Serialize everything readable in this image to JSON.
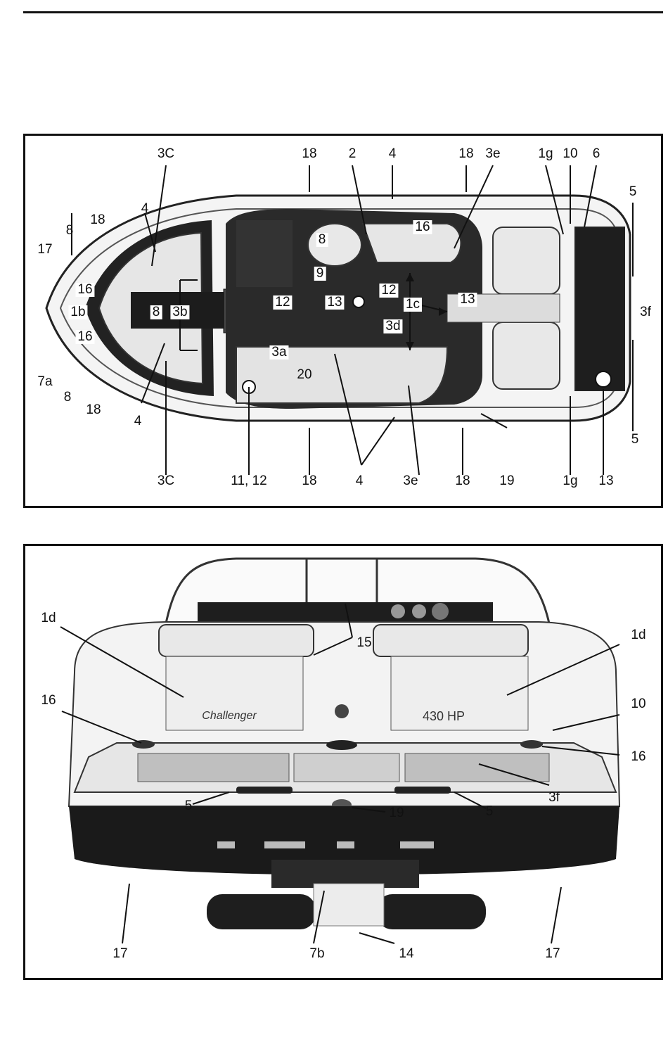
{
  "top_view": {
    "labels": {
      "l3C_top": "3C",
      "l18_t1": "18",
      "l2": "2",
      "l4_top": "4",
      "l18_t2": "18",
      "l3e_top": "3e",
      "l1g_top": "1g",
      "l10": "10",
      "l6": "6",
      "l5_top": "5",
      "l4_bow_top": "4",
      "l8_top": "8",
      "l18_bow_top": "18",
      "l17": "17",
      "l16_a": "16",
      "l1b": "1b",
      "l16_b": "16",
      "l8_mid": "8",
      "l3b": "3b",
      "l7a": "7a",
      "l8_bot": "8",
      "l18_bow_bot": "18",
      "l4_bow_bot": "4",
      "l8_dash": "8",
      "l9": "9",
      "l12_a": "12",
      "l12_b": "12",
      "l16_dash": "16",
      "l13_a": "13",
      "l1c": "1c",
      "l13_b": "13",
      "l3d": "3d",
      "l3a": "3a",
      "l20": "20",
      "l3f": "3f",
      "l5_bot": "5",
      "b3C": "3C",
      "b1112": "11, 12",
      "b18_a": "18",
      "b4": "4",
      "b3e": "3e",
      "b18_b": "18",
      "b19": "19",
      "b1g": "1g",
      "b13": "13"
    }
  },
  "rear_view": {
    "labels": {
      "r1d_left": "1d",
      "r15": "15",
      "r1d_right": "1d",
      "r16_left": "16",
      "r10": "10",
      "r16_right": "16",
      "r5_left": "5",
      "r19": "19",
      "r5_right": "5",
      "r3f": "3f",
      "r17_left": "17",
      "r7b": "7b",
      "r14": "14",
      "r17_right": "17"
    },
    "branding": {
      "hull_script": "Challenger",
      "engine_badge": "430 HP"
    }
  }
}
